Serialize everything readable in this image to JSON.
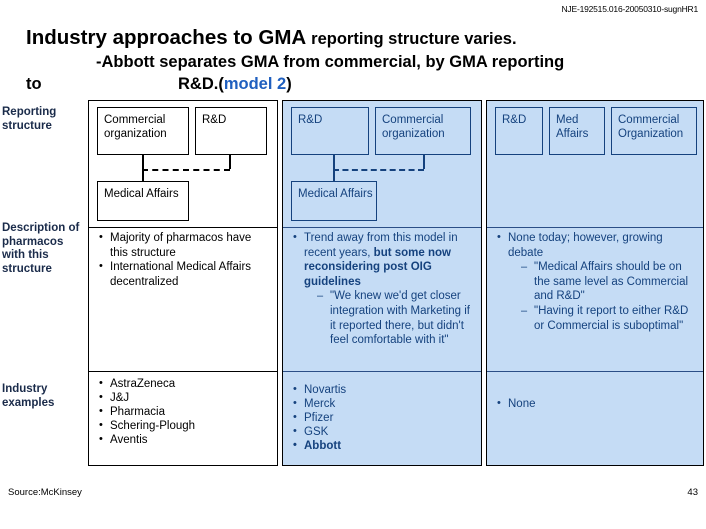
{
  "document": {
    "header_code": "NJE-192515.016-20050310-sugnHR1",
    "source": "Source:McKinsey",
    "page_number": "43"
  },
  "title": {
    "line1_big": "Industry approaches to GMA",
    "line1_small": "reporting structure  varies.",
    "line2": "-Abbott separates GMA from commercial, by GMA reporting",
    "line3_left": "to",
    "line3_right": "R&D.(",
    "line3_emphasis": "model 2",
    "line3_close": ")",
    "emphasis_color": "#1f5fbf"
  },
  "row_labels": {
    "reporting_structure": "Reporting structure",
    "description": "Description of pharmacos with this structure",
    "industry_examples": "Industry examples"
  },
  "columns": [
    {
      "id": "col1",
      "highlight": false,
      "background": "#ffffff",
      "org": {
        "box_a": "Commercial organization",
        "box_b": "R&D",
        "box_c": "Medical Affairs"
      },
      "description": [
        {
          "text": "Majority of pharmacos have this structure",
          "sub": []
        },
        {
          "text": "International Medical Affairs decentralized",
          "sub": []
        }
      ],
      "examples": [
        "AstraZeneca",
        "J&J",
        "Pharmacia",
        "Schering-Plough",
        "Aventis"
      ]
    },
    {
      "id": "col2",
      "highlight": true,
      "background": "#c5dcf5",
      "org": {
        "box_a": "R&D",
        "box_b": "Commercial organization",
        "box_c": "Medical Affairs"
      },
      "description": [
        {
          "text_normal": "Trend away from this model in recent years, ",
          "text_bold": "but some now reconsidering post OIG guidelines",
          "sub": [
            "\"We knew we'd get closer integration with Marketing if it reported there, but didn't  feel comfortable with it\""
          ]
        }
      ],
      "examples": [
        "Novartis",
        "Merck",
        "Pfizer",
        "GSK",
        "Abbott"
      ],
      "bold_example": "Abbott"
    },
    {
      "id": "col3",
      "highlight": true,
      "background": "#c5dcf5",
      "org3": [
        "R&D",
        "Med Affairs",
        "Commercial Organization"
      ],
      "description": [
        {
          "text_normal": "None today; however, growing debate",
          "sub": [
            "\"Medical Affairs should be on the same level as Commercial and R&D\"",
            "\"Having it report to either R&D or Commercial is suboptimal\""
          ]
        }
      ],
      "examples": [
        "None"
      ]
    }
  ]
}
